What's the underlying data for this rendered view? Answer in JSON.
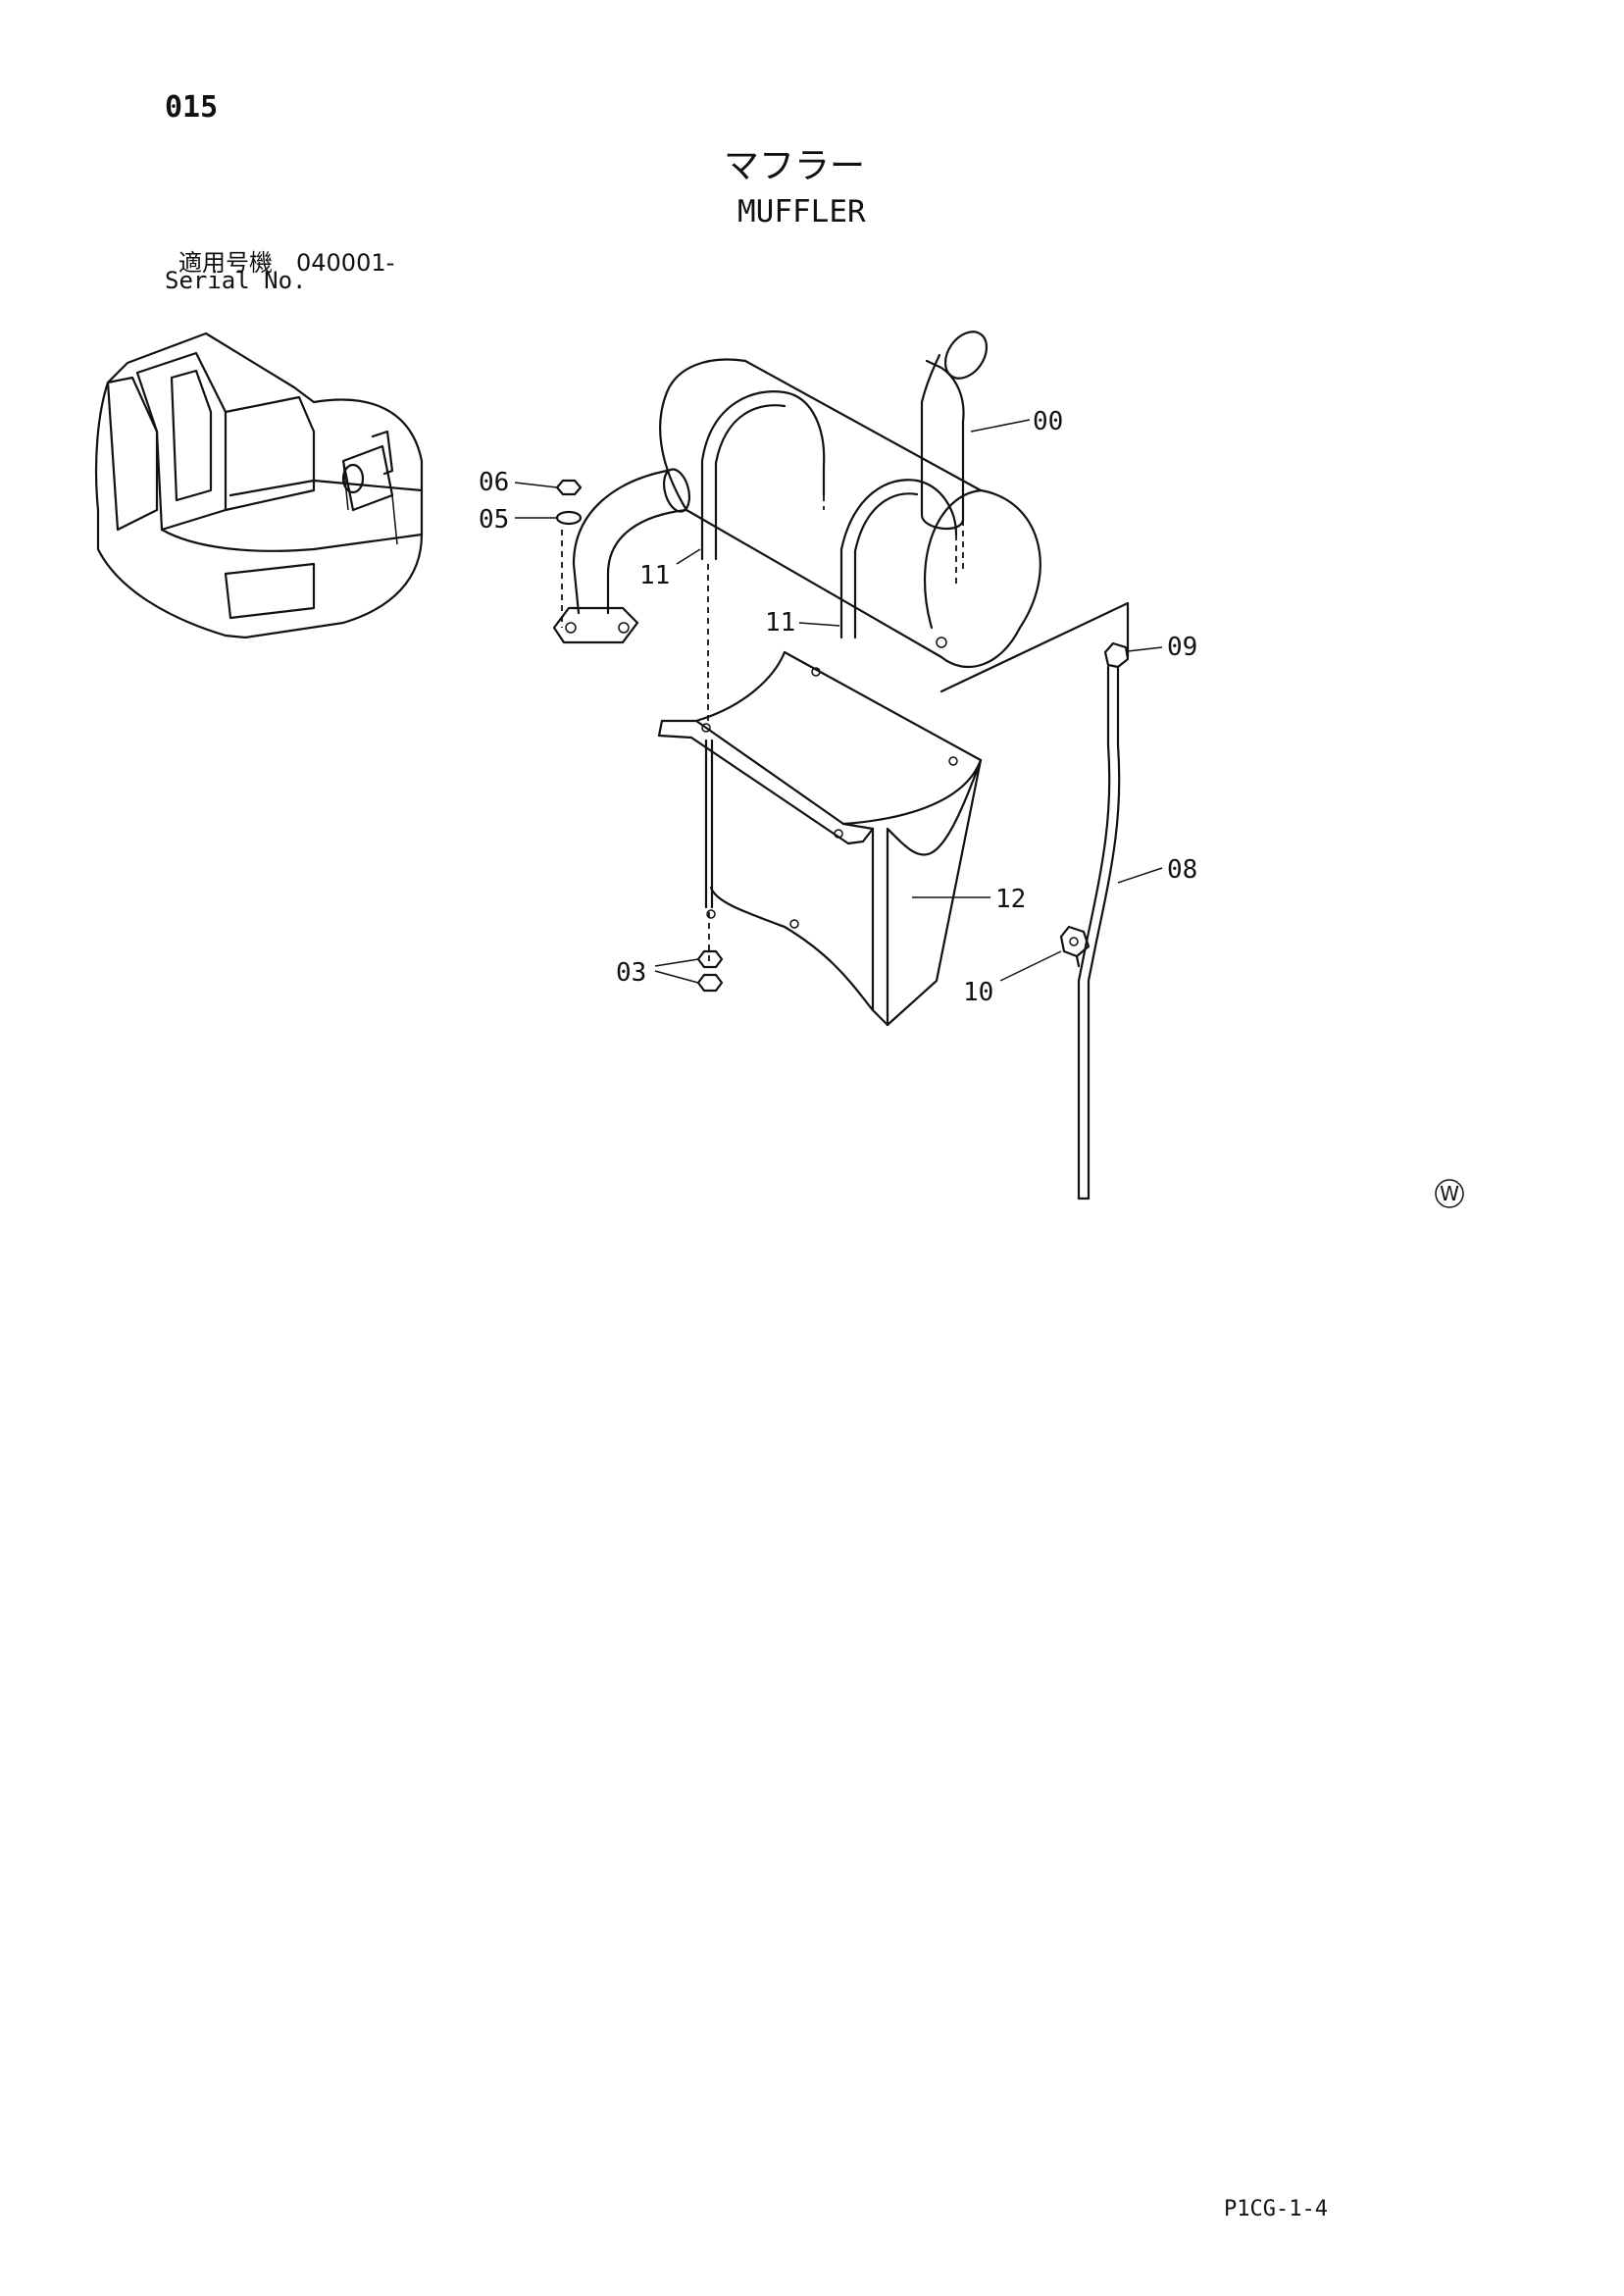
{
  "header": {
    "page_number": "015",
    "title_jp": "マフラー",
    "title_en": "MUFFLER",
    "serial_jp": "適用号機　040001-",
    "serial_en": "Serial No."
  },
  "callouts": [
    "00",
    "03",
    "05",
    "06",
    "08",
    "09",
    "10",
    "11",
    "11",
    "12"
  ],
  "mark": "W",
  "footer": {
    "code": "P1CG-1-4"
  }
}
